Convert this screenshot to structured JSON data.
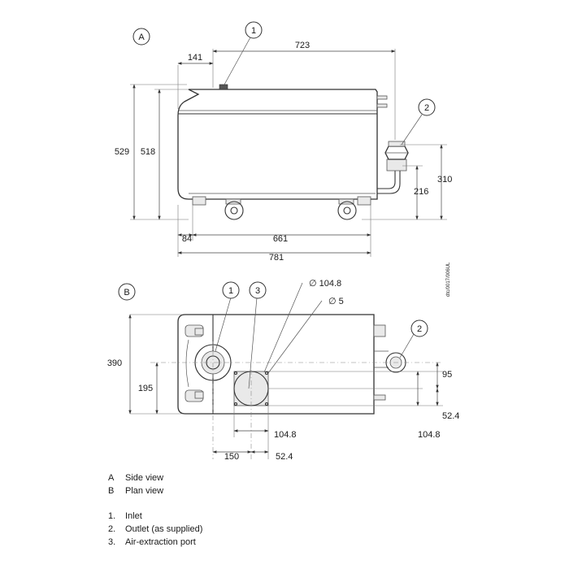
{
  "views": {
    "side": {
      "tag": "A",
      "dims": {
        "offset_141": "141",
        "length_723": "723",
        "height_529": "529",
        "height_518": "518",
        "height_310": "310",
        "height_216": "216",
        "foot_84": "84",
        "wheelbase_661": "661",
        "overall_781": "781"
      }
    },
    "plan": {
      "tag": "B",
      "dims": {
        "width_390": "390",
        "offset_195": "195",
        "diameter": "∅ 104.8",
        "hole": "∅ 5",
        "offset_95": "95",
        "flange_52_4_right": "52.4",
        "flange_104_8_right": "104.8",
        "flange_104_8_bottom": "104.8",
        "offset_150": "150",
        "flange_52_4_bottom": "52.4"
      }
    }
  },
  "callouts": {
    "c1": "1",
    "c2": "2",
    "c3": "3"
  },
  "drawing_ref": "dtc/0017/006UL",
  "legend": {
    "views": [
      {
        "key": "A",
        "label": "Side view"
      },
      {
        "key": "B",
        "label": "Plan view"
      }
    ],
    "items": [
      {
        "key": "1.",
        "label": "Inlet"
      },
      {
        "key": "2.",
        "label": "Outlet (as supplied)"
      },
      {
        "key": "3.",
        "label": "Air-extraction port"
      }
    ]
  }
}
